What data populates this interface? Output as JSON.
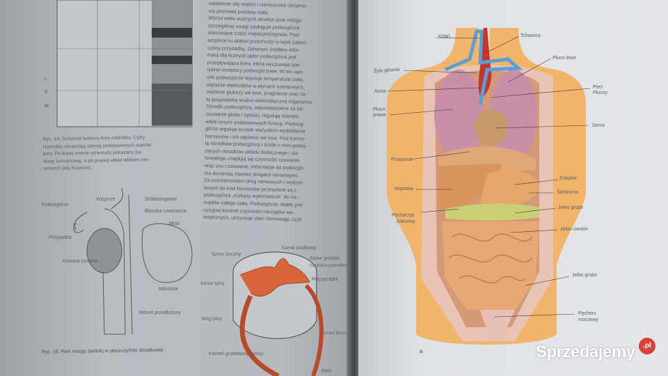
{
  "left_page": {
    "figure_14_caption": [
      "Ryc. 14. Schemat budowy kory móżdżku. Cyfry",
      "rzymskie oznaczają szereg podstawowych warstw",
      "kory. Po lewej stronie schematu pokazano bu-",
      "dowę komórkową, a po prawej układ włókien ner-",
      "wowych (wg Krasnov)."
    ],
    "body_text": [
      "osłabienie siły mięśni i niemożność utrzyma-",
      "nia pionowej postawy ciała.",
      "Wśród wielu ważnych struktur pnia mózgu",
      "szczególnej uwagi zasługuje podwzgórze",
      "stanowiące część międzymózgowia. Pod-",
      "wzgórze ku dołowi przechodzi w lejek zakoń-",
      "czony przysadką. Głównym źródłem infor-",
      "macji dla licznych jąder podwzgórza jest",
      "przepływająca krew, którą wyczuwają spe-",
      "cjalne receptory podwzgórzowe. W ten spo-",
      "sób podwzgórze reguluje temperaturę ciała,",
      "stężenie elektrolitów w płynach ustrojowych,",
      "stężenie glukozy we krwi, pragnienie oraz ca-",
      "łą gospodarkę wodno-elektrolityczną organizmu.",
      "Ośrodki podwzgórza, odpowiedzialne za od-",
      "czuwanie głodu i sytości, regulują również",
      "wiele innych podstawowych funkcji. Podwzg-",
      "górze reguluje przede wszystkim wydzielanie",
      "hormonów i ich stężenie we krwi. Pod kontro-",
      "lą ośrodków podwzgórza i ściśle z nimi powią-",
      "zanych ośrodków układu limbicznego i sia-",
      "kowatego znajdują się czynności czuwania",
      "oraz snu i czuwanie. Informacje do podwzgó-",
      "rza docierają również drogami nerwowymi.",
      "Za pośrednictwem dróg nerwowych i wydzie-",
      "lanych do krwi hormonów przesyłane są z",
      "podwzgórza „rozkazy wykonawcze” do na-",
      "rządów całego ciała. Podwzgórze, dzięki pre-",
      "cyzyjnej kontroli czynności narządów we-",
      "wnętrznych, utrzymuje stan równowagi, czyli"
    ],
    "figure_15_caption": "Ryc. 15. Pień mózgu (widok) w płaszczyźnie strzałkowej",
    "brain_labels": [
      "Podwzgórze",
      "Wzgórze",
      "Śródmózgowie",
      "Blaszka czworacza",
      "Przysadka",
      "Most",
      "Komora czwarta",
      "Móżdżek",
      "Rdzeń przedłużony"
    ],
    "spine_labels": [
      "Kanał środkowy",
      "Sznur boczny",
      "Sznur przedni",
      "Szczelina pośrodkowa przednia",
      "Róg przedni",
      "Sznur tylny",
      "Róg tylny",
      "Korzeń grzbietowy (tylny)",
      "Korzeń brzuszny (przedni)",
      "Pień"
    ],
    "graph_axis_labels": [
      "I",
      "II",
      "III"
    ]
  },
  "right_page": {
    "labels": {
      "krtan": "Krtań",
      "tchawica": "Tchawica",
      "pluco_lewe": "Płuco lewe",
      "zyla_glowna": "Żyła główna",
      "pien_plucny": [
        "Pień",
        "Płucny"
      ],
      "aorta": "Aorta",
      "pluco_prawe": [
        "Płuco",
        "prawe"
      ],
      "serce": "Serce",
      "przepona": "Przepona",
      "zoladek": "Żołądek",
      "watroba": "Wątroba",
      "sledziona": "Śledziona",
      "jelito_grube_1": "Jelito grube",
      "pecherzyk": [
        "Pęcherzyk",
        "żółciowy"
      ],
      "jelito_cienkie": "Jelito cienkie",
      "jelito_grube_2": "Jelito grube",
      "pecherz": [
        "Pęcherz",
        "moczowy"
      ]
    },
    "figure_letter": "a"
  },
  "watermark": {
    "name": "Sprzedajemy",
    "suffix": ".pl"
  },
  "colors": {
    "skin": "#f0b56a",
    "lung": "#c98fa8",
    "artery": "#c4352b",
    "vein": "#5b9fd6",
    "spinal_cord": "#d9663a",
    "watermark_badge": "#d9433a"
  }
}
